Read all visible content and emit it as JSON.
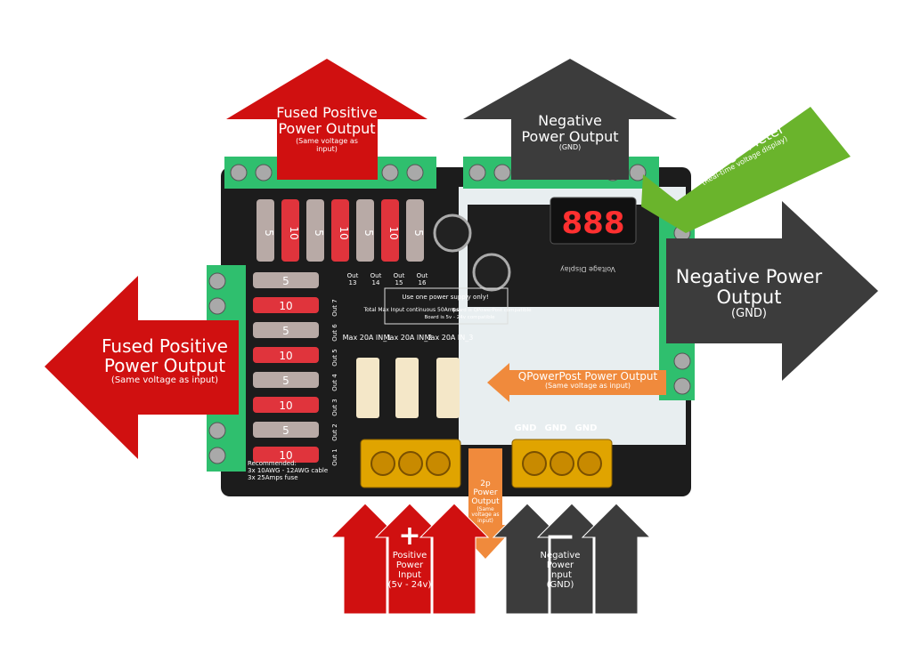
{
  "colors": {
    "red": "#d01010",
    "dark": "#3c3c3c",
    "green_meter": "#6ab42c",
    "orange": "#f08a3c",
    "board": "#1c1c1c",
    "terminal": "#2fbf6e",
    "plate": "#e8eef0",
    "bus_bar": "#e0a400"
  },
  "top_left_arrow": {
    "line1": "Fused Positive",
    "line2": "Power Output",
    "sub": "(Same voltage as input)"
  },
  "top_right_arrow": {
    "line1": "Negative",
    "line2": "Power Output",
    "sub": "(GND)"
  },
  "voltage_meter": {
    "title": "Voltage Meter",
    "sub": "(Real-time voltage display)",
    "digits": "888"
  },
  "left_arrow": {
    "line1": "Fused Positive",
    "line2": "Power Output",
    "sub": "(Same voltage as input)"
  },
  "right_arrow": {
    "line1": "Negative Power",
    "line2": "Output",
    "sub": "(GND)"
  },
  "qpowerpost_arrow": {
    "title": "QPowerPost Power Output",
    "sub": "(Same voltage as input)"
  },
  "two_pin_arrow": {
    "line1": "2p",
    "line2": "Power",
    "line3": "Output",
    "sub": "(Same voltage as input)"
  },
  "positive_input": {
    "symbol": "+",
    "line1": "Positive",
    "line2": "Power",
    "line3": "Input",
    "sub": "(5v - 24v)"
  },
  "negative_input": {
    "symbol": "—",
    "line1": "Negative",
    "line2": "Power",
    "line3": "Input",
    "sub": "(GND)"
  },
  "board_text": {
    "notice": "Use one power supply only!",
    "total": "Total Max Input continuous 50Amps",
    "compat1": "Board is 5v - 24v compatible",
    "compat2": "Board is QPowerPost compatible",
    "in1": "Max 20A IN_1",
    "in2": "Max 20A IN_2",
    "in3": "Max 20A IN_3",
    "gnd": "GND",
    "recommended": "Recommended:",
    "rec1": "3x 10AWG - 12AWG cable",
    "rec2": "3x 25Amps fuse",
    "voltage_display": "Voltage Display"
  },
  "top_fuses": [
    "5",
    "10",
    "5",
    "10",
    "5",
    "10",
    "5",
    "10"
  ],
  "side_fuses": [
    "5",
    "10",
    "5",
    "10",
    "5",
    "10",
    "5",
    "10"
  ],
  "outputs_top": [
    "Out 13",
    "Out 14",
    "Out 15",
    "Out 16"
  ],
  "outputs_side": [
    "Out 7",
    "Out 6",
    "Out 5",
    "Out 4",
    "Out 3",
    "Out 2",
    "Out 1"
  ]
}
